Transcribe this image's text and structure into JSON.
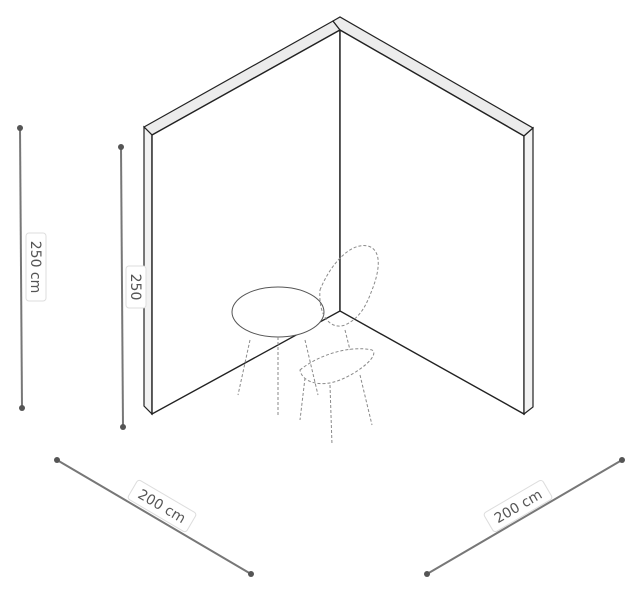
{
  "dimensions": {
    "outer_height": "250 cm",
    "inner_height": "250",
    "width_left": "200 cm",
    "width_right": "200 cm"
  },
  "colors": {
    "line": "#777777",
    "outline": "#222222"
  }
}
